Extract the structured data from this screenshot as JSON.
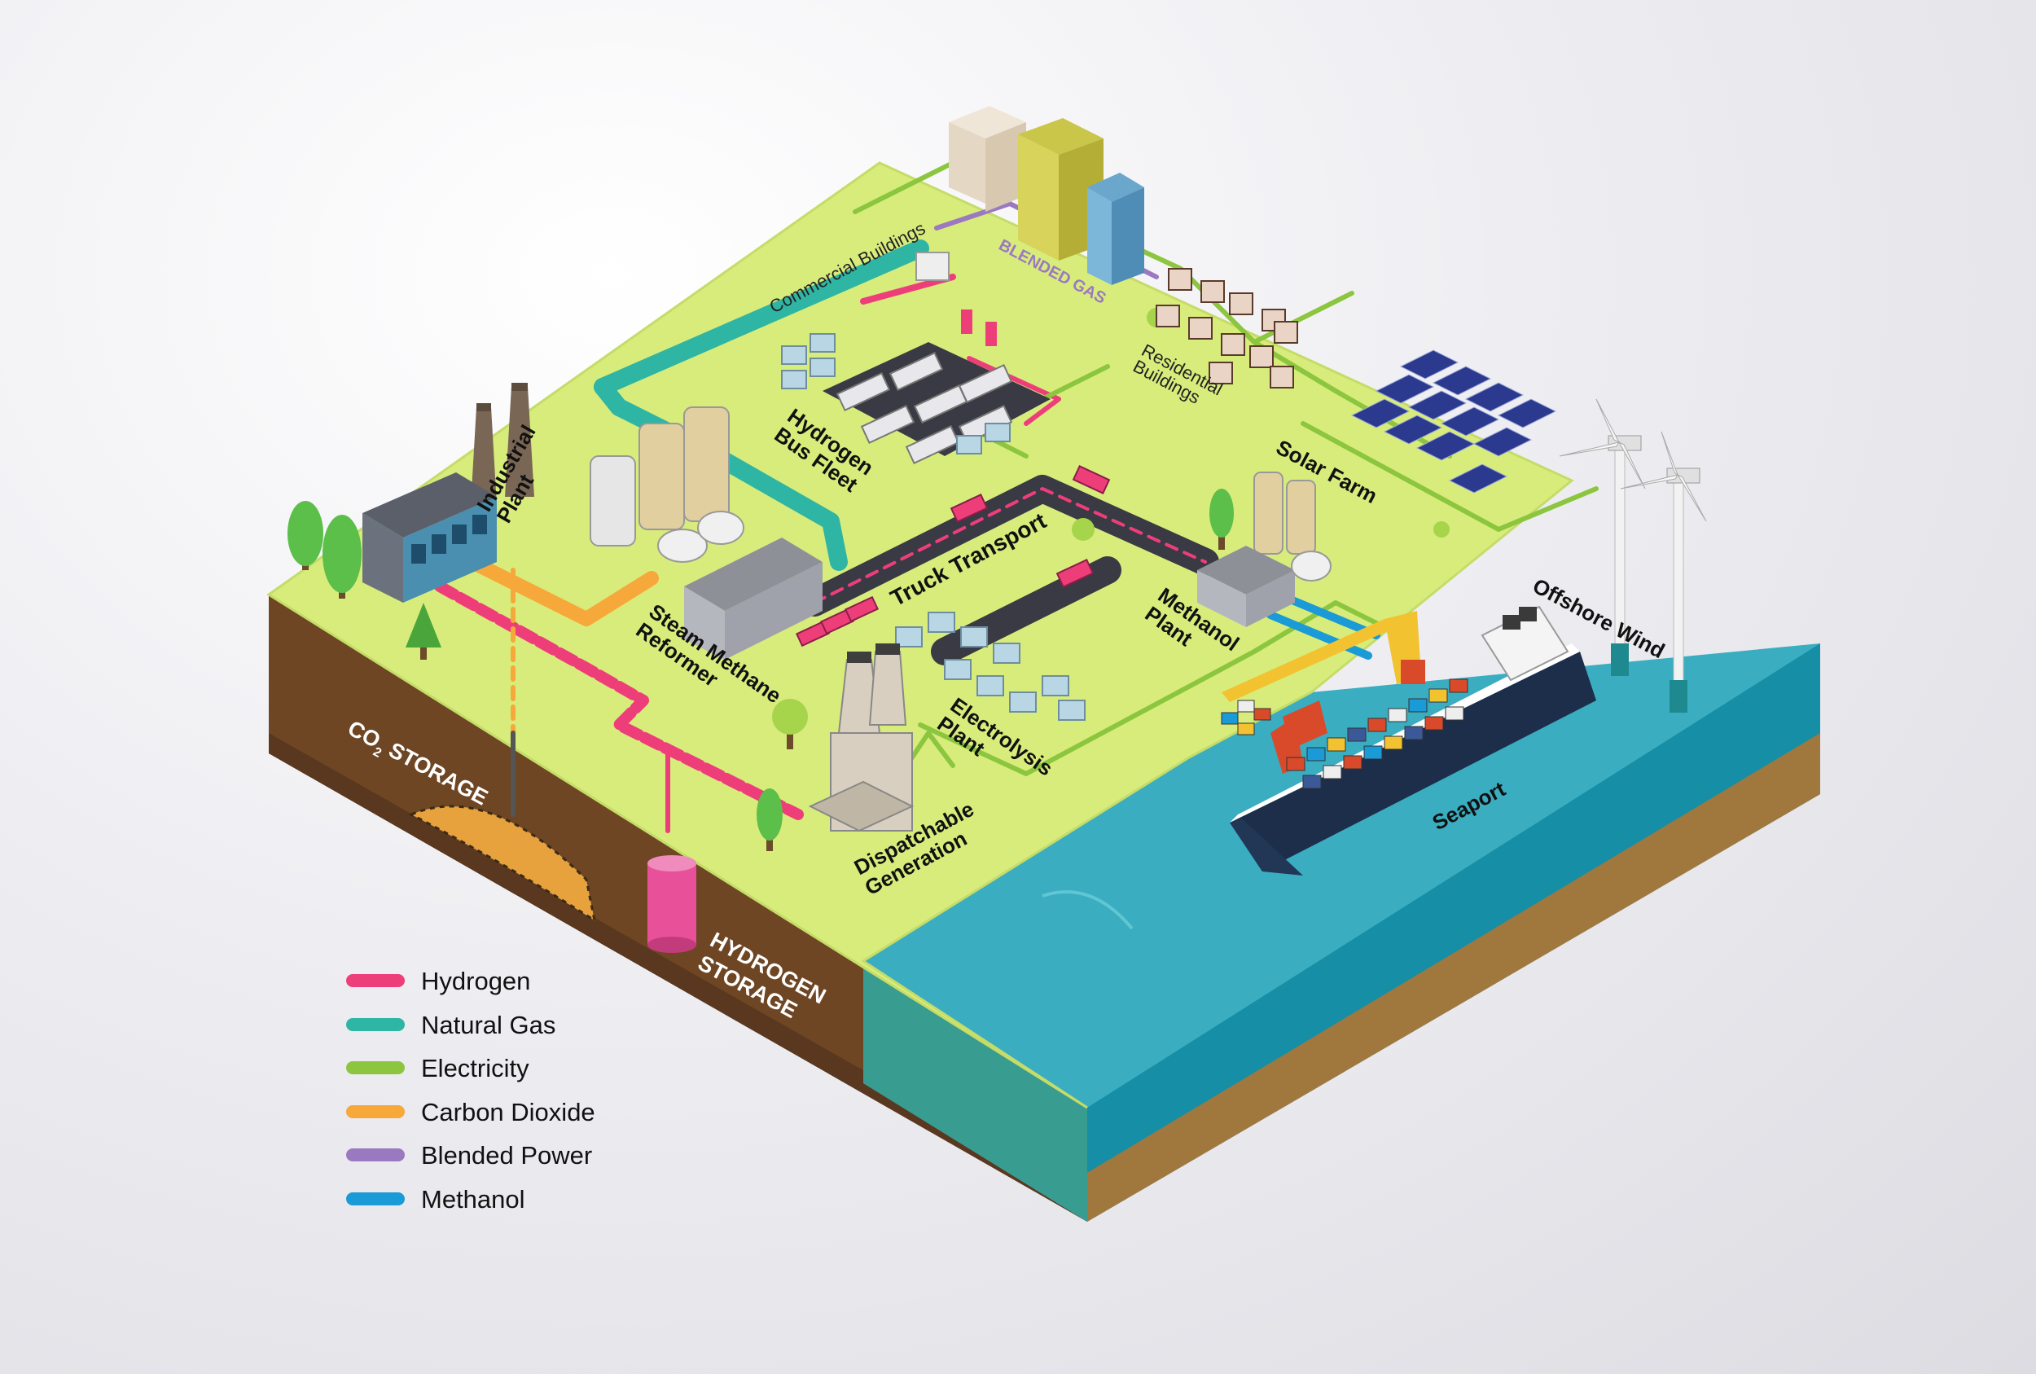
{
  "labels": {
    "industrial_plant": [
      "Industrial",
      "Plant"
    ],
    "hydrogen_bus_fleet": [
      "Hydrogen",
      "Bus Fleet"
    ],
    "truck_transport": "Truck Transport",
    "steam_methane_reformer": [
      "Steam Methane",
      "Reformer"
    ],
    "methanol_plant": [
      "Methanol",
      "Plant"
    ],
    "electrolysis_plant": [
      "Electrolysis",
      "Plant"
    ],
    "dispatchable_generation": [
      "Dispatchable",
      "Generation"
    ],
    "commercial_buildings": "Commercial Buildings",
    "blended_gas": "BLENDED GAS",
    "residential_buildings": [
      "Residential",
      "Buildings"
    ],
    "solar_farm": "Solar Farm",
    "offshore_wind": "Offshore Wind",
    "seaport": "Seaport",
    "co2_storage_prefix": "CO",
    "co2_storage_sub": "2",
    "co2_storage_suffix": " STORAGE",
    "hydrogen_storage": [
      "HYDROGEN",
      "STORAGE"
    ]
  },
  "legend": [
    {
      "label": "Hydrogen",
      "color": "#ee3e7a"
    },
    {
      "label": "Natural Gas",
      "color": "#2fb5a3"
    },
    {
      "label": "Electricity",
      "color": "#8cc63f"
    },
    {
      "label": "Carbon Dioxide",
      "color": "#f7a83a"
    },
    {
      "label": "Blended Power",
      "color": "#9b79c1"
    },
    {
      "label": "Methanol",
      "color": "#1a9ad6"
    }
  ],
  "colors": {
    "ground": "#d8ec7c",
    "soil": "#6e4624",
    "water": "#2aa7bd",
    "hydrogen": "#ee3e7a",
    "natural_gas": "#2fb5a3",
    "electricity": "#8cc63f",
    "carbon_dioxide": "#f7a83a",
    "blended_power": "#9b79c1",
    "methanol": "#1a9ad6"
  }
}
